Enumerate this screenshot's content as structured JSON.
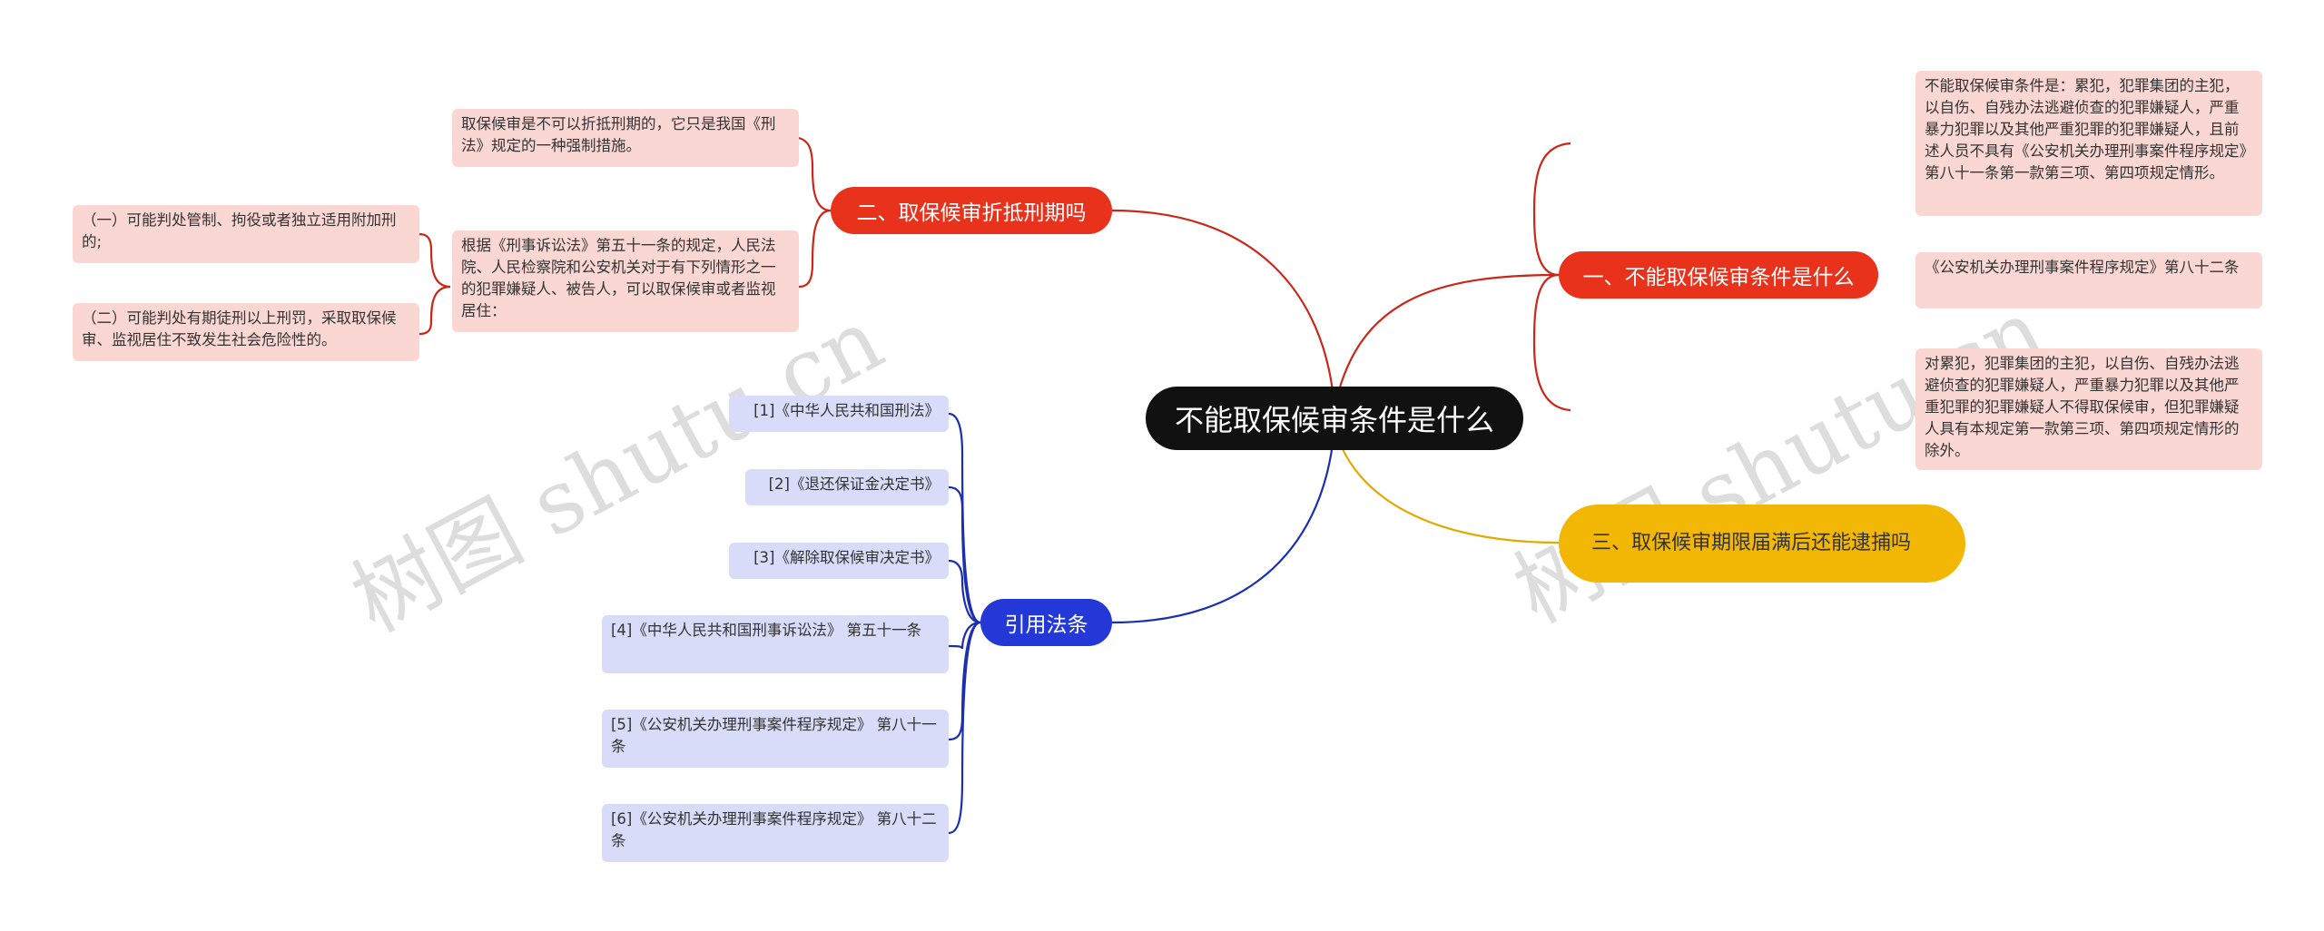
{
  "root": {
    "label": "不能取保候审条件是什么"
  },
  "branch1": {
    "label": "一、不能取保候审条件是什么",
    "leaves": [
      "不能取保候审条件是：累犯，犯罪集团的主犯，以自伤、自残办法逃避侦查的犯罪嫌疑人，严重暴力犯罪以及其他严重犯罪的犯罪嫌疑人，且前述人员不具有《公安机关办理刑事案件程序规定》第八十一条第一款第三项、第四项规定情形。",
      "《公安机关办理刑事案件程序规定》第八十二条",
      "对累犯，犯罪集团的主犯，以自伤、自残办法逃避侦查的犯罪嫌疑人，严重暴力犯罪以及其他严重犯罪的犯罪嫌疑人不得取保候审，但犯罪嫌疑人具有本规定第一款第三项、第四项规定情形的除外。"
    ]
  },
  "branch2": {
    "label": "二、取保候审折抵刑期吗",
    "leaves": [
      "取保候审是不可以折抵刑期的，它只是我国《刑法》规定的一种强制措施。",
      "根据《刑事诉讼法》第五十一条的规定，人民法院、人民检察院和公安机关对于有下列情形之一的犯罪嫌疑人、被告人，可以取保候审或者监视居住："
    ],
    "sub_leaves": [
      "（一）可能判处管制、拘役或者独立适用附加刑的;",
      "（二）可能判处有期徒刑以上刑罚，采取取保候审、监视居住不致发生社会危险性的。"
    ]
  },
  "branch3": {
    "label": "三、取保候审期限届满后还能逮捕吗"
  },
  "branch4": {
    "label": "引用法条",
    "leaves": [
      "[1]《中华人民共和国刑法》",
      "[2]《退还保证金决定书》",
      "[3]《解除取保候审决定书》",
      "[4]《中华人民共和国刑事诉讼法》 第五十一条",
      "[5]《公安机关办理刑事案件程序规定》 第八十一条",
      "[6]《公安机关办理刑事案件程序规定》 第八十二条"
    ]
  },
  "watermark": {
    "text": "树图 shutu.cn"
  },
  "colors": {
    "root": "#111111",
    "red": "#e8321c",
    "blue": "#2338d6",
    "yellow": "#f2b705",
    "red_leaf": "#fbd7d4",
    "blue_leaf": "#d8dcf8"
  }
}
